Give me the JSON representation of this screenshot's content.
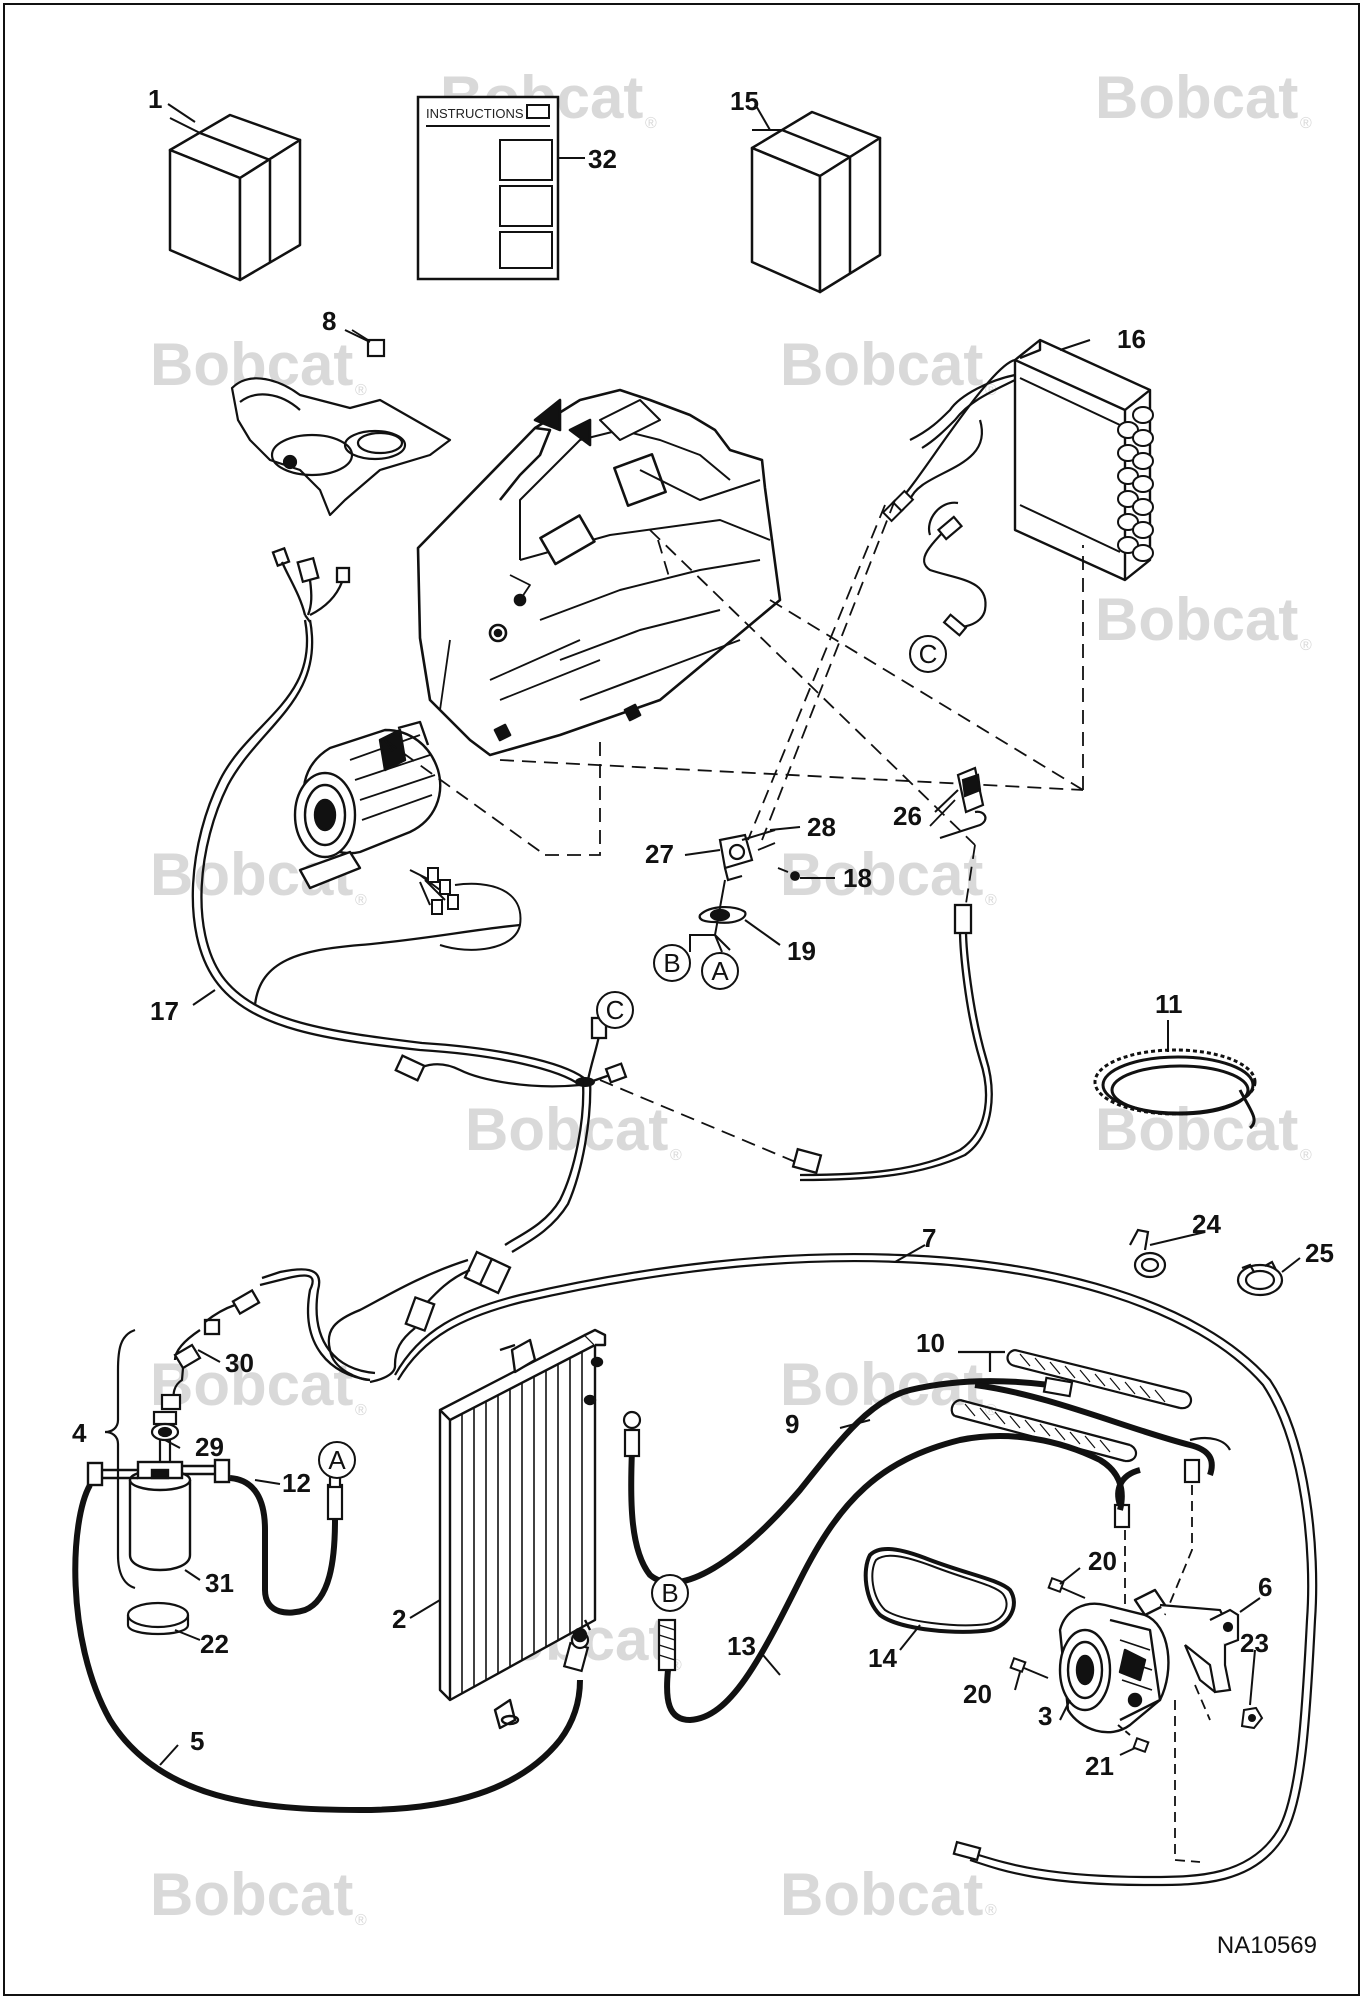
{
  "drawing_id": "NA10569",
  "watermark_text": "Bobcat",
  "watermark_mark": "®",
  "instruction_sheet_title": "INSTRUCTIONS",
  "callouts": [
    "1",
    "32",
    "15",
    "8",
    "16",
    "26",
    "28",
    "27",
    "18",
    "19",
    "11",
    "17",
    "7",
    "24",
    "25",
    "10",
    "30",
    "9",
    "4",
    "29",
    "12",
    "31",
    "20",
    "6",
    "2",
    "23",
    "22",
    "13",
    "14",
    "3",
    "5",
    "21"
  ],
  "connection_letters": [
    "A",
    "B",
    "C"
  ],
  "colors": {
    "line": "#111111",
    "watermark": "#d9d9d9",
    "background": "#ffffff"
  }
}
